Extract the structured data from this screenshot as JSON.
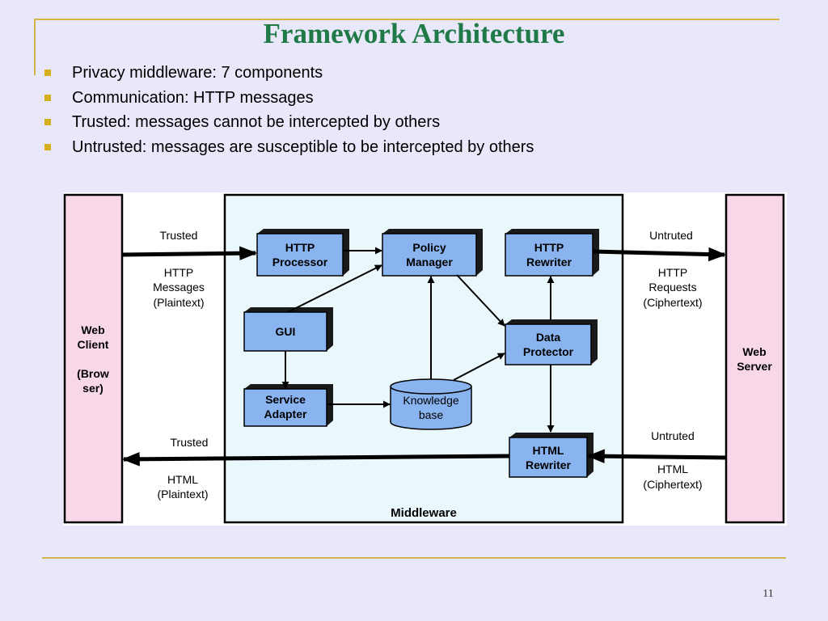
{
  "slide": {
    "title": "Framework Architecture",
    "bullets": [
      "Privacy middleware: 7 components",
      "Communication: HTTP messages",
      "Trusted: messages cannot be intercepted by others",
      "Untrusted: messages are susceptible to be intercepted by others"
    ],
    "page_number": "11"
  },
  "diagram": {
    "web_client": [
      "Web",
      "Client",
      "",
      "(Brow",
      "ser)"
    ],
    "web_server": [
      "Web",
      "Server"
    ],
    "middleware_label": "Middleware",
    "components": {
      "http_processor": [
        "HTTP",
        "Processor"
      ],
      "policy_manager": [
        "Policy",
        "Manager"
      ],
      "http_rewriter": [
        "HTTP",
        "Rewriter"
      ],
      "gui": [
        "GUI"
      ],
      "data_protector": [
        "Data",
        "Protector"
      ],
      "service_adapter": [
        "Service",
        "Adapter"
      ],
      "knowledge_base": [
        "Knowledge",
        "base"
      ],
      "html_rewriter": [
        "HTML",
        "Rewriter"
      ]
    },
    "edge_labels": {
      "trusted_top": "Trusted",
      "http_messages_plaintext": [
        "HTTP",
        "Messages",
        "(Plaintext)"
      ],
      "untruted_top": "Untruted",
      "http_requests_ciphertext": [
        "HTTP",
        "Requests",
        "(Ciphertext)"
      ],
      "trusted_bottom": "Trusted",
      "html_plaintext": [
        "HTML",
        "(Plaintext)"
      ],
      "untruted_bottom": "Untruted",
      "html_ciphertext": [
        "HTML",
        "(Ciphertext)"
      ]
    },
    "colors": {
      "component_fill": "#8ab4f0",
      "component_shadow": "#1a1a1a",
      "client_server_fill": "#f8d8e8",
      "middleware_fill": "#eaf8fc",
      "arrow": "#000000"
    }
  }
}
